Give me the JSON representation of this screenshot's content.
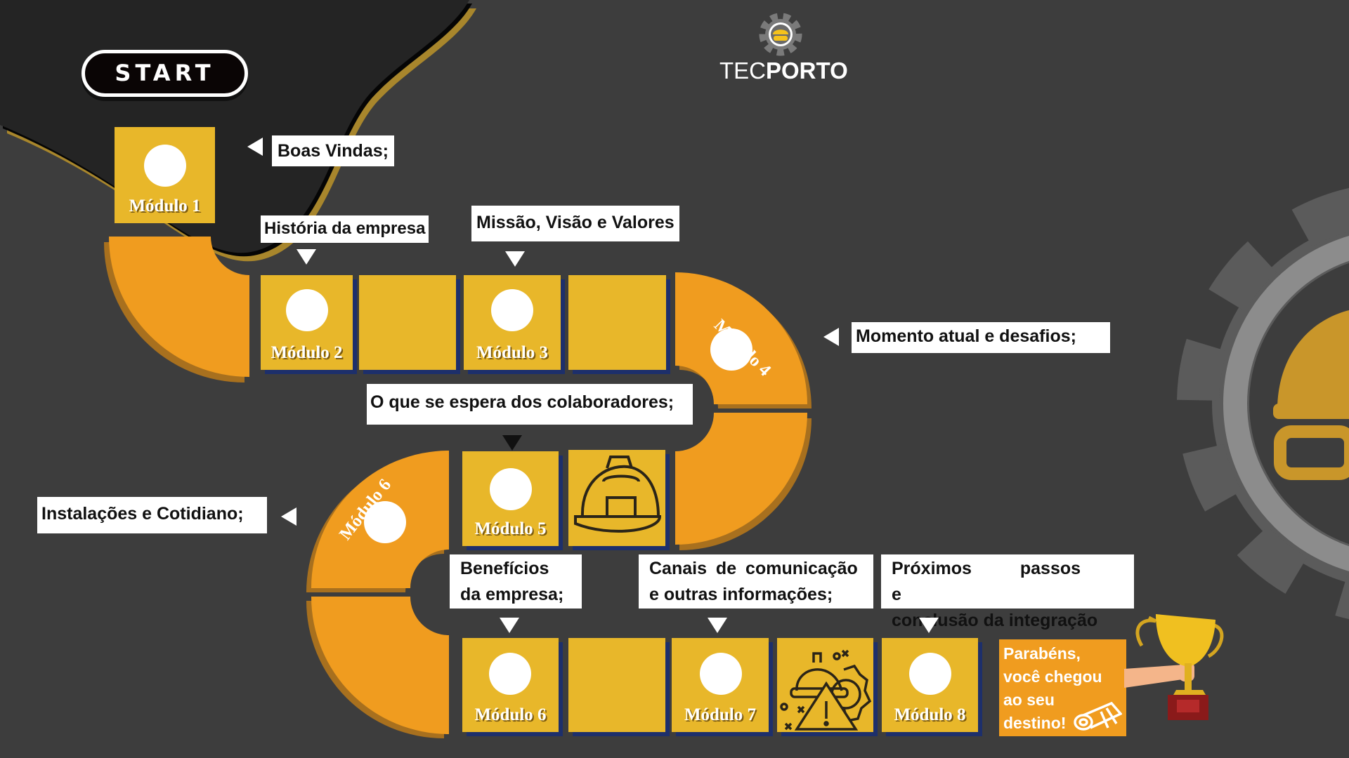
{
  "start_button": "START",
  "brand": {
    "name_light": "TEC",
    "name_bold": "PORTO",
    "logo_icon": "gear-helmet-icon"
  },
  "colors": {
    "background": "#3d3d3d",
    "tile": "#e8b72a",
    "path": "#f09c1f",
    "tile_shadow": "#1d2f6b",
    "accent_line": "#a8862c"
  },
  "modules": [
    {
      "label": "Módulo 1"
    },
    {
      "label": "Módulo 2"
    },
    {
      "label": "Módulo 3"
    },
    {
      "label": "Módulo 4"
    },
    {
      "label": "Módulo 5"
    },
    {
      "label": "Módulo 6"
    },
    {
      "label": "Módulo 6"
    },
    {
      "label": "Módulo 7"
    },
    {
      "label": "Módulo 8"
    }
  ],
  "topics": {
    "boas_vindas": "Boas Vindas;",
    "historia": "História da empresa",
    "missao": "Missão, Visão e Valores",
    "momento": "Momento atual e desafios;",
    "espera": "O que se espera dos colaboradores;",
    "instalacoes": "Instalações e Cotidiano;",
    "beneficios_1": "Benefícios",
    "beneficios_2": "da empresa;",
    "canais_1": "Canais de comunicação",
    "canais_2": "e outras informações;",
    "proximos_1": "Próximos passos e",
    "proximos_2": "conclusão da integração"
  },
  "finish": {
    "line1": "Parabéns,",
    "line2": "você chegou",
    "line3": "ao seu",
    "line4": "destino!",
    "icon": "diploma-icon",
    "trophy_icon": "trophy-icon"
  }
}
